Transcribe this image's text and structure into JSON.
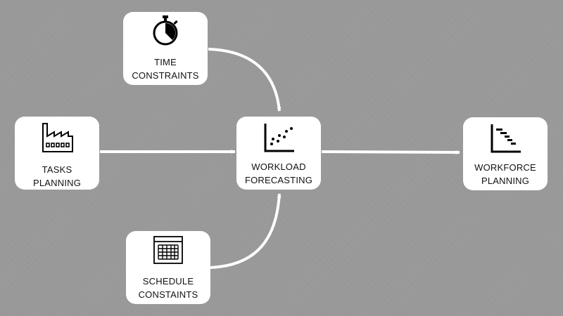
{
  "nodes": {
    "time_constraints": {
      "line1": "TIME",
      "line2": "CONSTRAINTS",
      "icon": "stopwatch-icon"
    },
    "tasks_planning": {
      "line1": "TASKS",
      "line2": "PLANNING",
      "icon": "factory-icon"
    },
    "workload_forecasting": {
      "line1": "WORKLOAD",
      "line2": "FORECASTING",
      "icon": "scatter-chart-icon"
    },
    "schedule_constraints": {
      "line1": "SCHEDULE",
      "line2": "CONSTAINTS",
      "icon": "calendar-icon"
    },
    "workforce_planning": {
      "line1": "WORKFORCE",
      "line2": "PLANNING",
      "icon": "gantt-chart-icon"
    }
  },
  "colors": {
    "background": "#9a9a9a",
    "node_fill": "#ffffff",
    "connector": "#ffffff",
    "icon": "#000000"
  },
  "edges": [
    {
      "from": "time_constraints",
      "to": "workload_forecasting"
    },
    {
      "from": "tasks_planning",
      "to": "workload_forecasting"
    },
    {
      "from": "schedule_constraints",
      "to": "workload_forecasting"
    },
    {
      "from": "workload_forecasting",
      "to": "workforce_planning"
    }
  ]
}
